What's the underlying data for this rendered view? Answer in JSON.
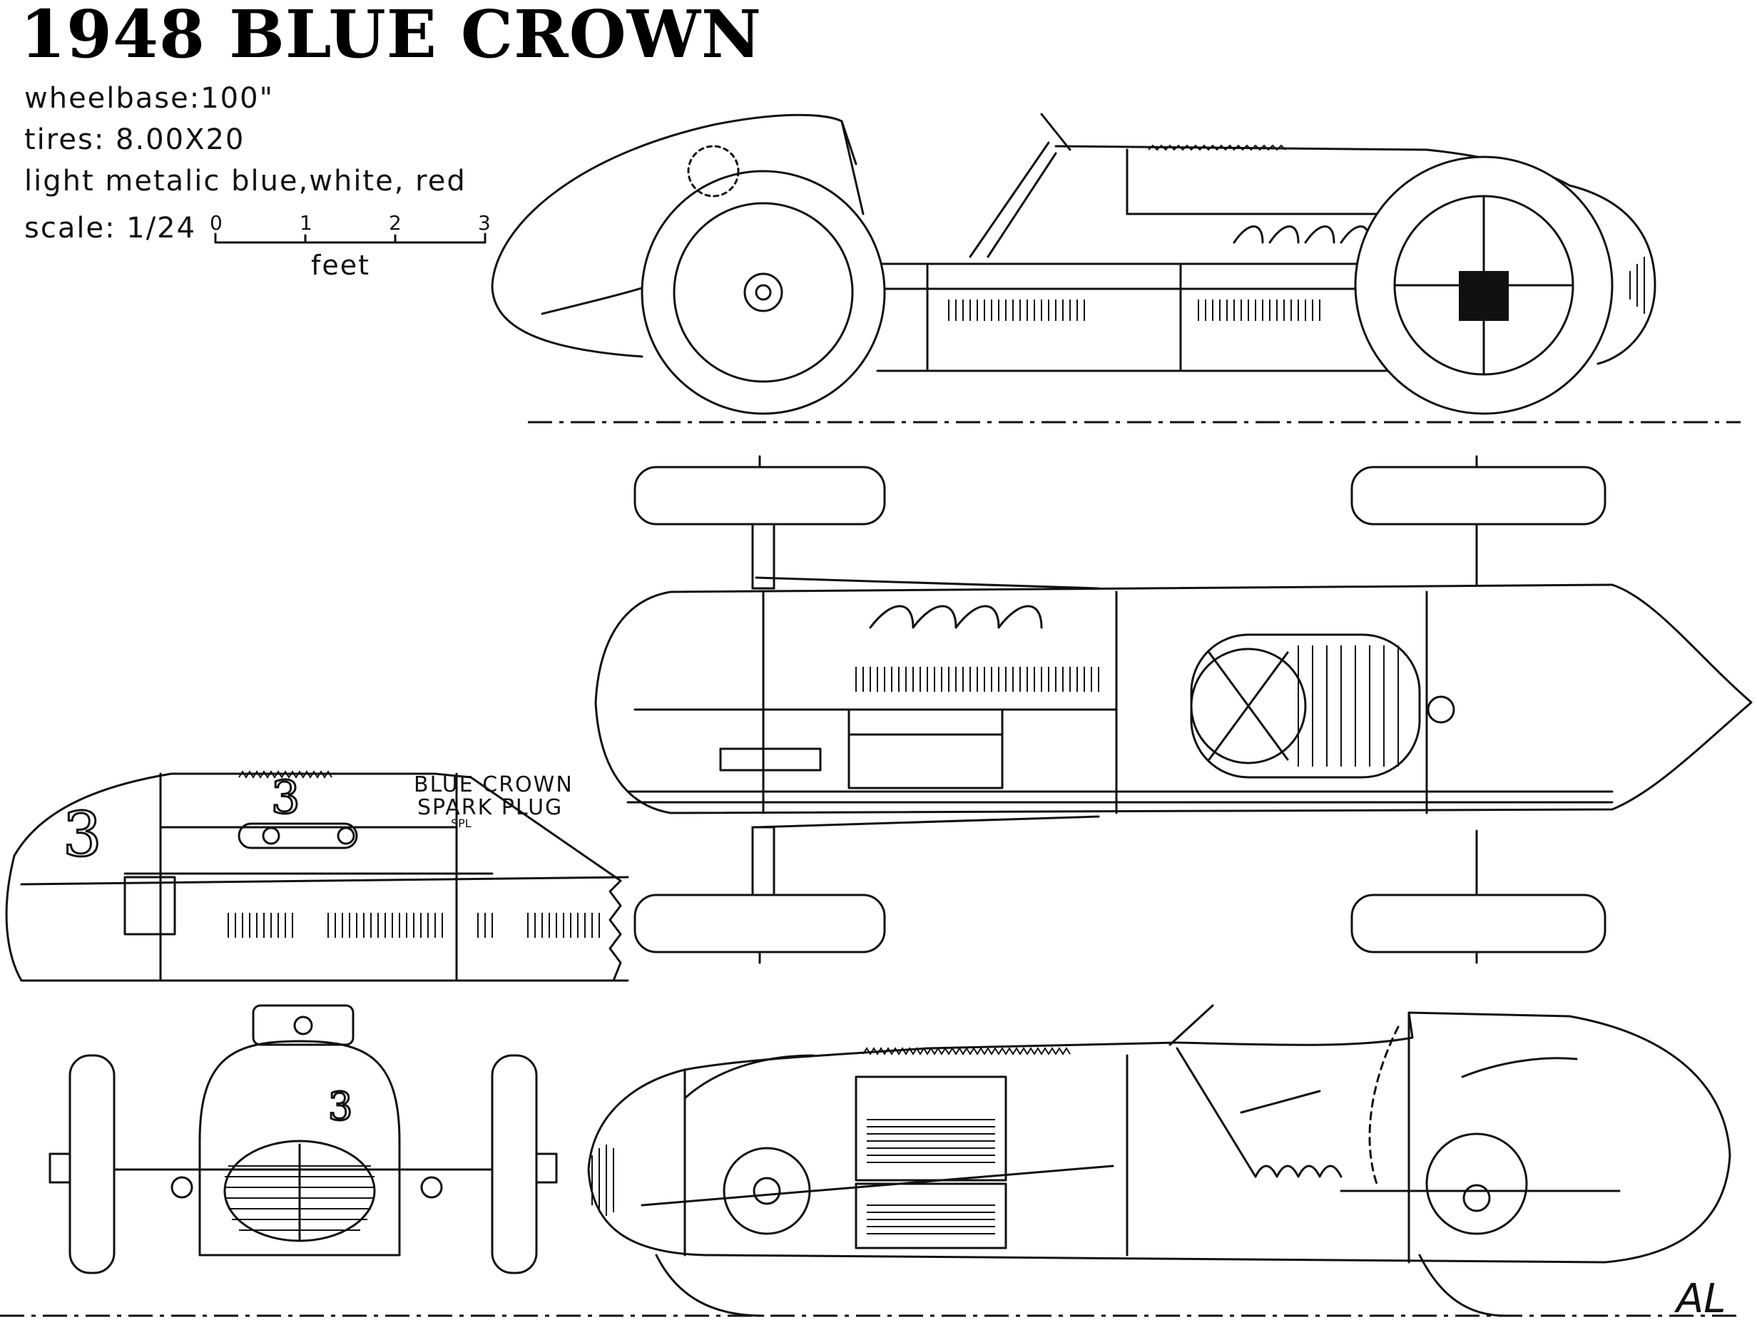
{
  "title": "1948 BLUE CROWN",
  "specs": {
    "wheelbase": "wheelbase:100\"",
    "tires": "tires: 8.00X20",
    "colors": "light metalic blue,white, red",
    "scale_label": "scale: 1/24"
  },
  "scale_bar": {
    "ticks": [
      "0",
      "1",
      "2",
      "3"
    ],
    "unit": "feet"
  },
  "hood_lettering": {
    "line1": "BLUE CROWN",
    "line2": "SPARK PLUG",
    "abbr": "SPL",
    "car_number": "3"
  },
  "signature": "AL",
  "ink_color": "#111111",
  "paper_color": "#ffffff"
}
